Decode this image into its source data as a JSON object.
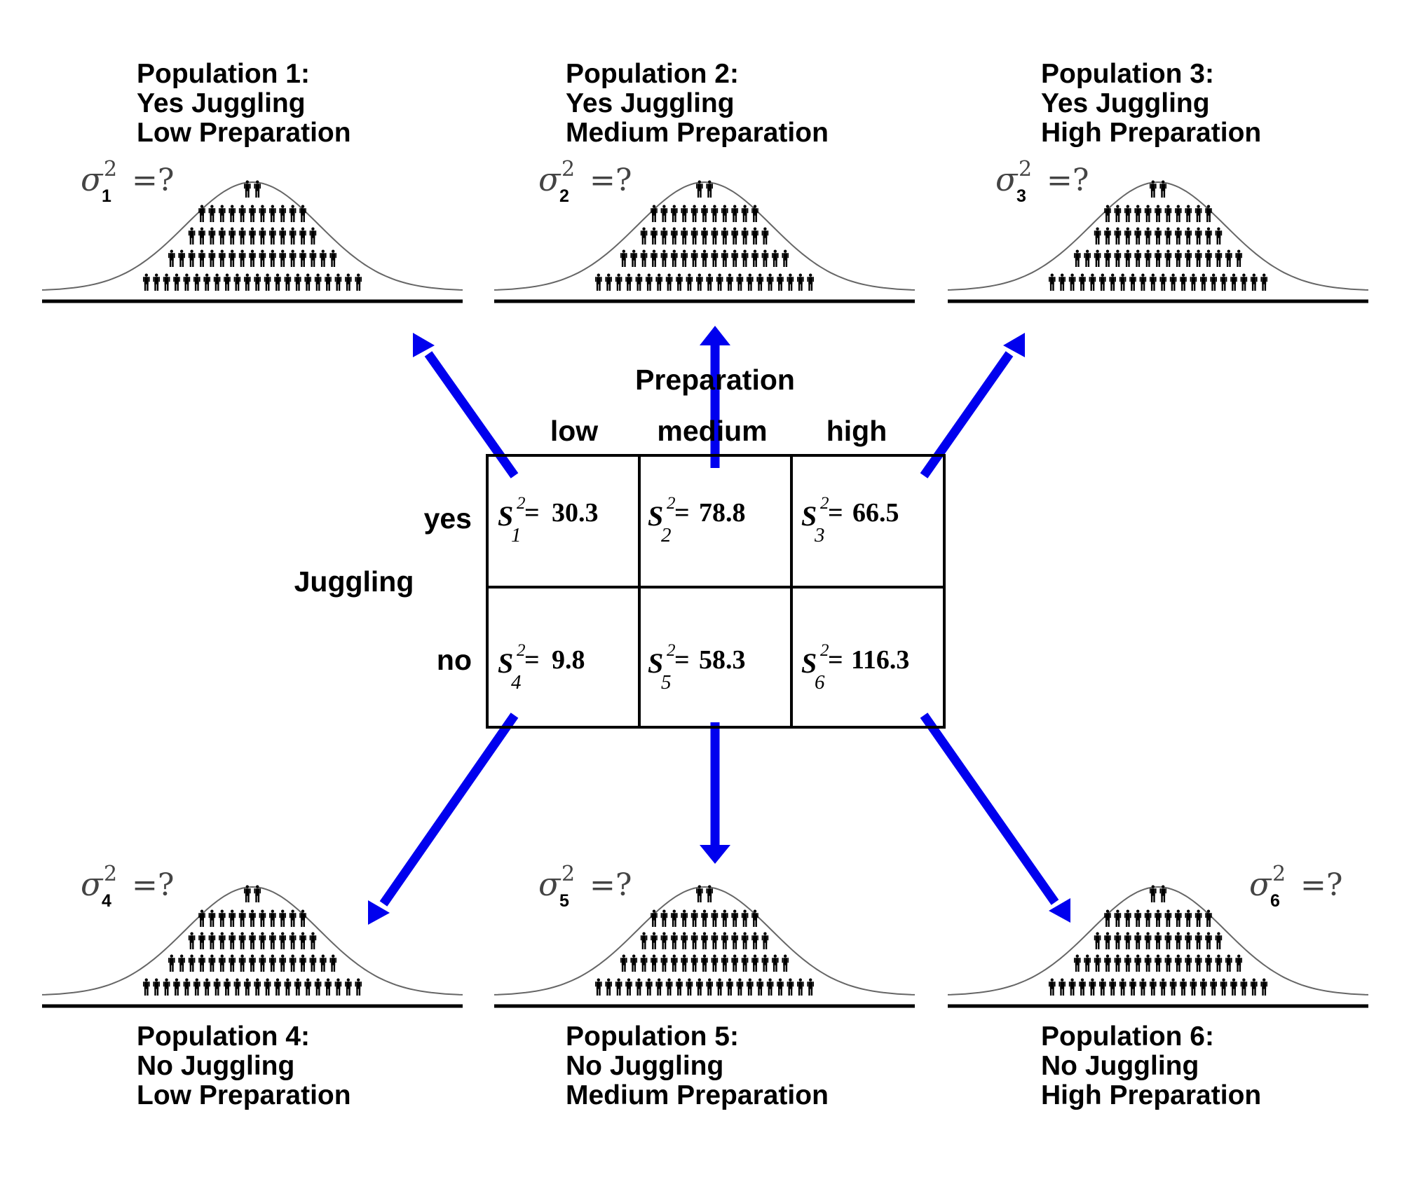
{
  "populations": [
    {
      "id": "1",
      "title": [
        "Population 1:",
        "Yes Juggling",
        "Low Preparation"
      ],
      "sigma_sub": "1",
      "label": "=?"
    },
    {
      "id": "2",
      "title": [
        "Population 2:",
        "Yes Juggling",
        "Medium Preparation"
      ],
      "sigma_sub": "2",
      "label": "=?"
    },
    {
      "id": "3",
      "title": [
        "Population 3:",
        "Yes Juggling",
        "High Preparation"
      ],
      "sigma_sub": "3",
      "label": "=?"
    },
    {
      "id": "4",
      "title": [
        "Population 4:",
        "No Juggling",
        "Low Preparation"
      ],
      "sigma_sub": "4",
      "label": "=?"
    },
    {
      "id": "5",
      "title": [
        "Population 5:",
        "No Juggling",
        "Medium Preparation"
      ],
      "sigma_sub": "5",
      "label": "=?"
    },
    {
      "id": "6",
      "title": [
        "Population 6:",
        "No Juggling",
        "High Preparation"
      ],
      "sigma_sub": "6",
      "label": "=?"
    }
  ],
  "table": {
    "column_factor": "Preparation",
    "columns": [
      "low",
      "medium",
      "high"
    ],
    "row_factor": "Juggling",
    "rows": [
      "yes",
      "no"
    ],
    "cells": [
      {
        "sub": "1",
        "value": "30.3"
      },
      {
        "sub": "2",
        "value": "78.8"
      },
      {
        "sub": "3",
        "value": "66.5"
      },
      {
        "sub": "4",
        "value": "9.8"
      },
      {
        "sub": "5",
        "value": "58.3"
      },
      {
        "sub": "6",
        "value": "116.3"
      }
    ]
  },
  "symbols": {
    "sample_variance": "S",
    "population_variance": "σ",
    "exponent": "2",
    "equals": "="
  },
  "colors": {
    "arrow": "#0000ee",
    "curve": "#666666",
    "figure": "#000000"
  },
  "icons": {
    "person": "person-icon"
  }
}
